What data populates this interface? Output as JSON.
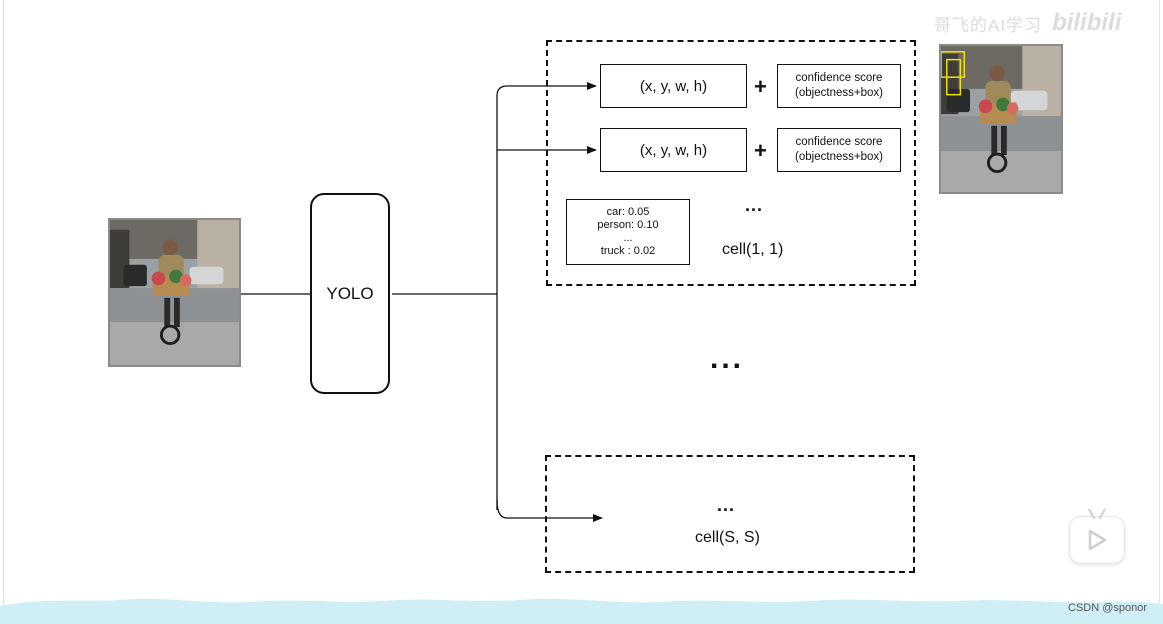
{
  "model_label": "YOLO",
  "cell_first": {
    "bbox_label_1": "(x, y, w, h)",
    "bbox_label_2": "(x, y, w, h)",
    "plus_symbol": "+",
    "confidence_line1": "confidence score",
    "confidence_line2": "(objectness+box)",
    "class_probs": [
      "car: 0.05",
      "person: 0.10",
      "...",
      "truck : 0.02"
    ],
    "ellipsis": "...",
    "cell_label": "cell(1, 1)"
  },
  "middle_ellipsis": "...",
  "cell_last": {
    "ellipsis": "...",
    "cell_label": "cell(S, S)"
  },
  "watermark": {
    "text": "哥飞的AI学习",
    "logo": "bilibili"
  },
  "player": {
    "icon": "play-icon"
  },
  "credit": "CSDN @sponor",
  "colors": {
    "detection_box": "#f2e600",
    "wave": "#cfeef6"
  }
}
